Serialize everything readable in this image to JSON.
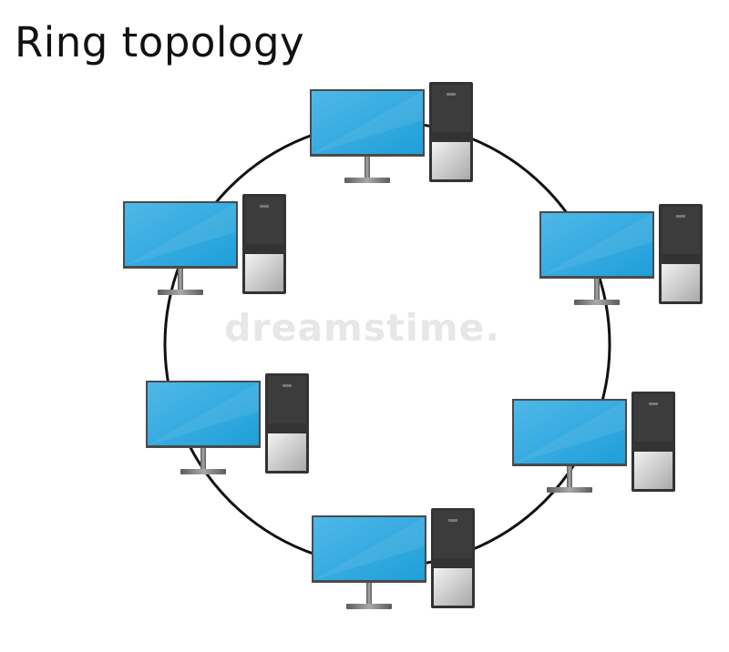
{
  "title": "Ring topology",
  "watermark": "dreamstime.",
  "colors": {
    "screen": "#29a8e0",
    "screen_highlight": "#6cc6ee",
    "bezel": "#4a4a4a",
    "stand": "#7a7a7a",
    "tower": "#333333",
    "tower_panel": "#c8c8c8",
    "ring": "#111111"
  },
  "nodes": [
    {
      "id": "computer-top",
      "icon": "desktop-computer-icon"
    },
    {
      "id": "computer-upper-left",
      "icon": "desktop-computer-icon"
    },
    {
      "id": "computer-upper-right",
      "icon": "desktop-computer-icon"
    },
    {
      "id": "computer-lower-left",
      "icon": "desktop-computer-icon"
    },
    {
      "id": "computer-lower-right",
      "icon": "desktop-computer-icon"
    },
    {
      "id": "computer-bottom",
      "icon": "desktop-computer-icon"
    }
  ]
}
